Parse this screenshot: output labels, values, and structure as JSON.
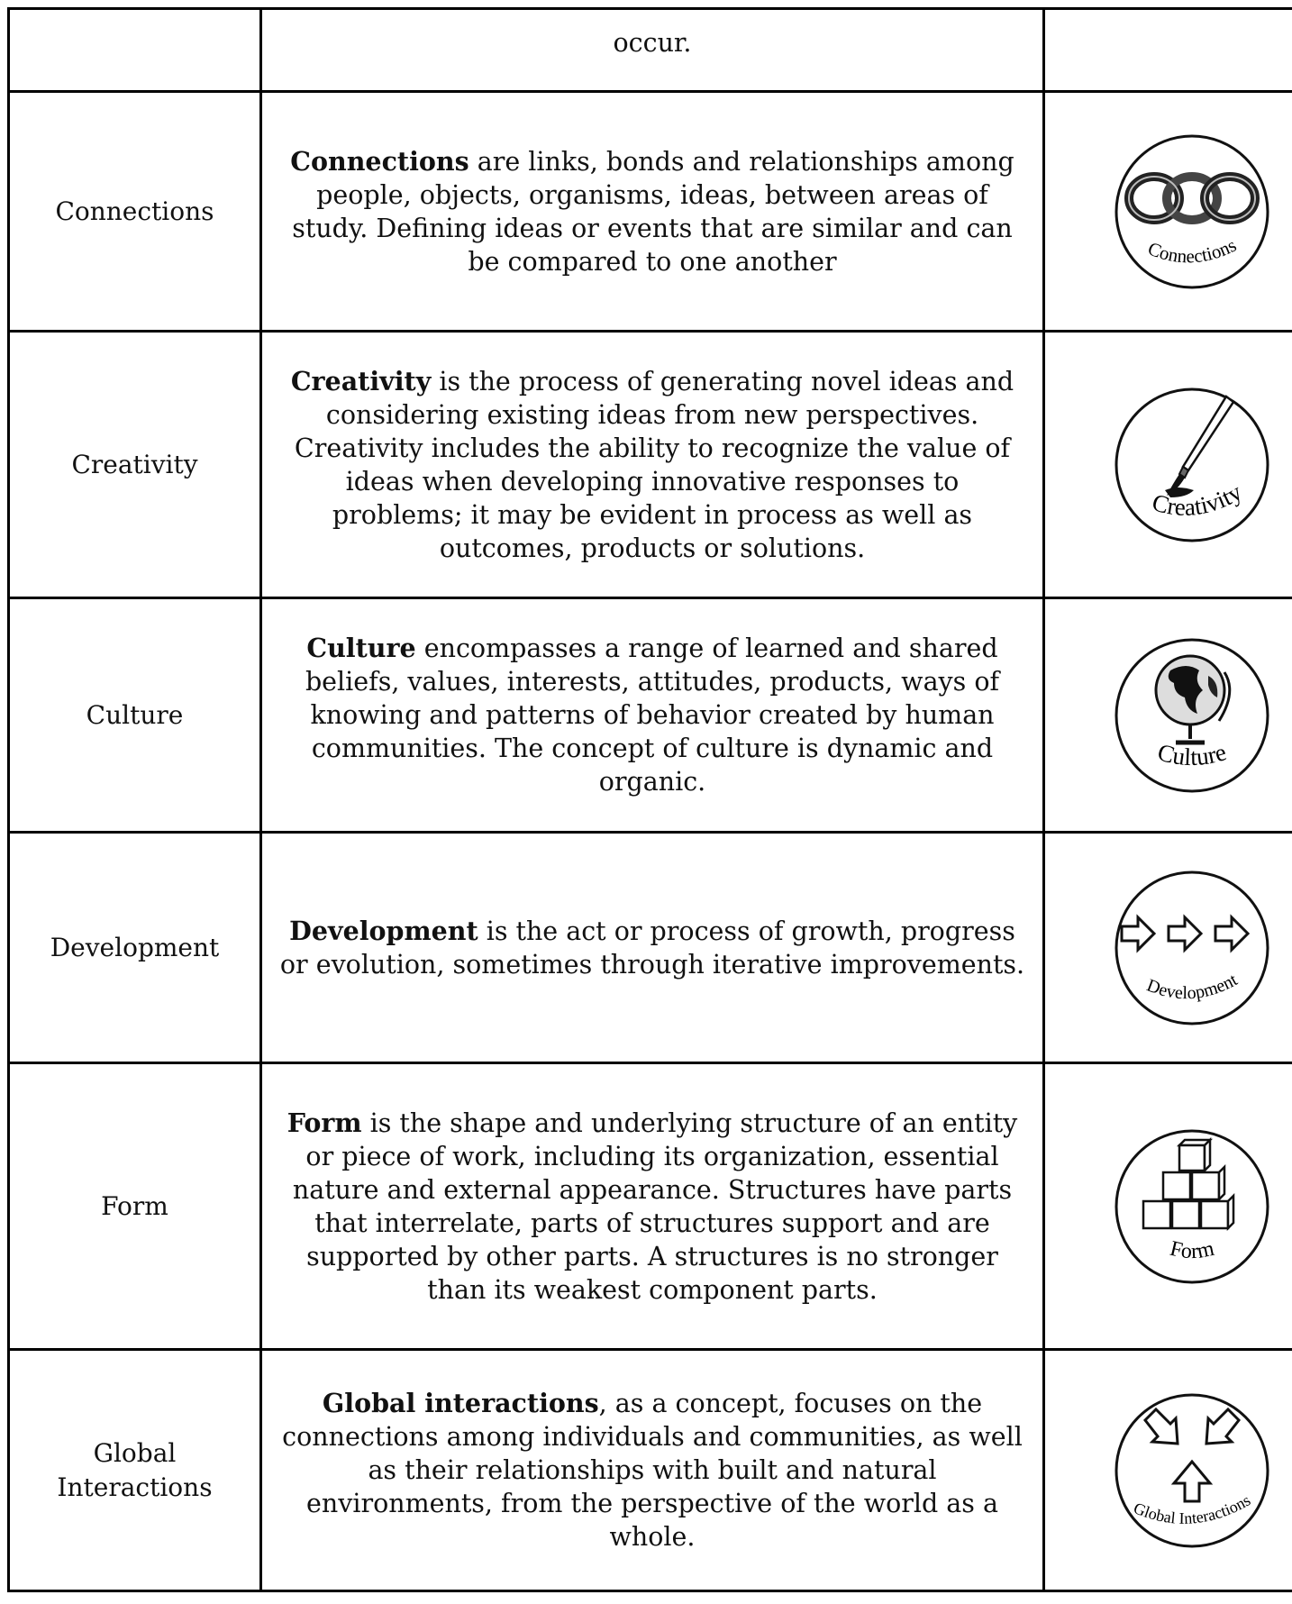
{
  "rows": [
    {
      "concept": "",
      "term": "",
      "definition": "occur.",
      "icon_name": "",
      "icon_label": ""
    },
    {
      "concept": "Connections",
      "term": "Connections",
      "definition": " are links, bonds and relationships among people, objects, organisms, ideas, between areas of study. Defining ideas or events that are similar and can be compared to one another",
      "icon_name": "chain-links-icon",
      "icon_label": "Connections"
    },
    {
      "concept": "Creativity",
      "term": "Creativity",
      "definition": " is the process of generating novel ideas and considering existing ideas from new perspectives. Creativity includes the ability to recognize the value of ideas when developing innovative responses to problems; it may be evident in process as well as outcomes, products or solutions.",
      "icon_name": "paintbrush-icon",
      "icon_label": "Creativity"
    },
    {
      "concept": "Culture",
      "term": "Culture",
      "definition": " encompasses a range of learned and shared beliefs, values, interests, attitudes, products, ways of knowing and patterns of behavior created by human communities. The concept of culture is dynamic and organic.",
      "icon_name": "globe-icon",
      "icon_label": "Culture"
    },
    {
      "concept": "Development",
      "term": "Development",
      "definition": " is the act or process of growth, progress or evolution, sometimes through iterative improvements.",
      "icon_name": "arrows-right-icon",
      "icon_label": "Development"
    },
    {
      "concept": "Form",
      "term": "Form",
      "definition": " is the shape and underlying structure of an entity or piece of work, including its organization, essential nature and external appearance. Structures have parts that interrelate, parts of structures support and are supported by other parts. A structures is no stronger than its weakest component parts.",
      "icon_name": "stacked-cubes-icon",
      "icon_label": "Form"
    },
    {
      "concept": "Global Interactions",
      "term": "Global interactions",
      "definition": ", as a concept, focuses on the connections among individuals and communities, as well as their relationships with built and natural environments, from the perspective of the world as a whole.",
      "icon_name": "converging-arrows-icon",
      "icon_label": "Global Interactions"
    }
  ]
}
